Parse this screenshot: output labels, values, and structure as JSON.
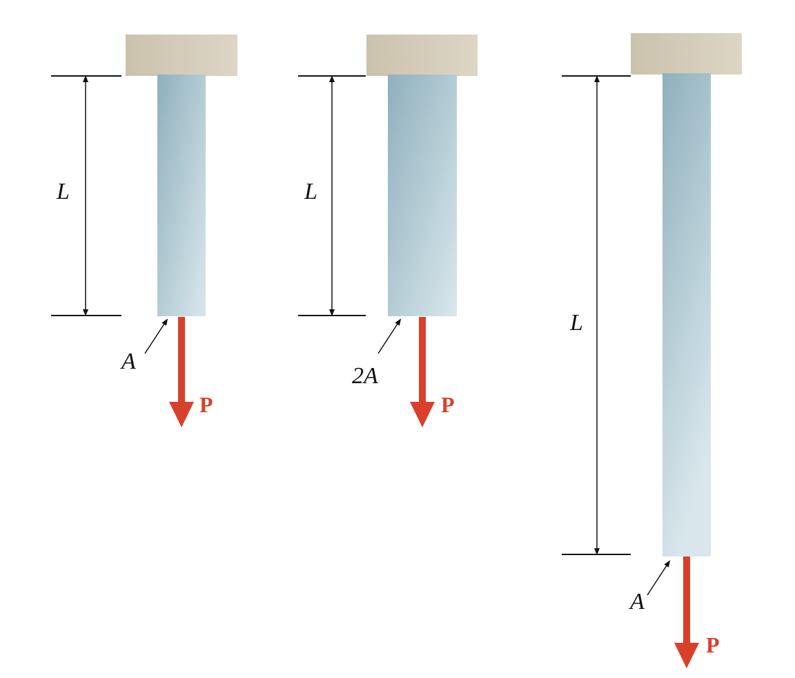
{
  "colors": {
    "support": "#d6cdb8",
    "bar_dark": "#8fb0bd",
    "bar_light": "#d7e6eb",
    "force": "#d9402b",
    "line": "#111111"
  },
  "bars": [
    {
      "length_label": "L",
      "area_label": "A",
      "force_label": "P"
    },
    {
      "length_label": "L",
      "area_label": "2A",
      "force_label": "P"
    },
    {
      "length_label": "L",
      "area_label": "A",
      "force_label": "P"
    }
  ]
}
